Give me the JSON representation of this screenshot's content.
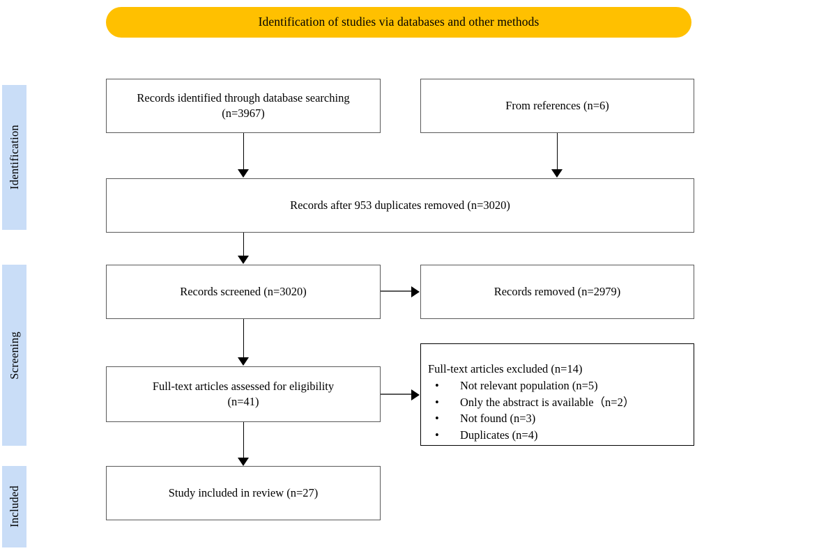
{
  "figure": {
    "type": "prisma-flow-diagram",
    "banner": {
      "title": "Identification of studies via databases and other methods",
      "color": "#FFC000"
    },
    "stage_bar_color": "#C9DDF7",
    "stages": [
      {
        "id": "identification",
        "label": "Identification"
      },
      {
        "id": "screening",
        "label": "Screening"
      },
      {
        "id": "included",
        "label": "Included"
      }
    ],
    "boxes": {
      "db_search": {
        "line1": "Records identified through database searching",
        "line2": "(n=3967)",
        "n": 3967
      },
      "references": {
        "line1": "From references (n=6)",
        "n": 6
      },
      "dedup": {
        "line1": "Records after 953 duplicates removed (n=3020)",
        "duplicates_removed": 953,
        "n": 3020
      },
      "screened": {
        "line1": "Records screened (n=3020)",
        "n": 3020
      },
      "removed": {
        "line1": "Records removed (n=2979)",
        "n": 2979
      },
      "fulltext": {
        "line1": "Full-text articles assessed for eligibility",
        "line2": "(n=41)",
        "n": 41
      },
      "excluded": {
        "title": "Full-text articles excluded (n=14)",
        "n": 14,
        "bullet_glyph": "•",
        "reasons": [
          {
            "text": "Not relevant population (n=5)",
            "n": 5
          },
          {
            "text": "Only the abstract is available（n=2）",
            "n": 2
          },
          {
            "text": "Not found (n=3)",
            "n": 3
          },
          {
            "text": "Duplicates (n=4)",
            "n": 4
          }
        ]
      },
      "included": {
        "line1": "Study included in review (n=27)",
        "n": 27
      }
    }
  },
  "chart_data": {
    "type": "diagram",
    "title": "Identification of studies via databases and other methods",
    "nodes": [
      {
        "id": "db_search",
        "label": "Records identified through database searching (n=3967)",
        "value": 3967,
        "stage": "Identification"
      },
      {
        "id": "references",
        "label": "From references (n=6)",
        "value": 6,
        "stage": "Identification"
      },
      {
        "id": "dedup",
        "label": "Records after 953 duplicates removed (n=3020)",
        "value": 3020,
        "stage": "Identification"
      },
      {
        "id": "screened",
        "label": "Records screened (n=3020)",
        "value": 3020,
        "stage": "Screening"
      },
      {
        "id": "removed",
        "label": "Records removed (n=2979)",
        "value": 2979,
        "stage": "Screening"
      },
      {
        "id": "fulltext",
        "label": "Full-text articles assessed for eligibility (n=41)",
        "value": 41,
        "stage": "Screening"
      },
      {
        "id": "excluded",
        "label": "Full-text articles excluded (n=14)",
        "value": 14,
        "stage": "Screening"
      },
      {
        "id": "included",
        "label": "Study included in review (n=27)",
        "value": 27,
        "stage": "Included"
      }
    ],
    "edges": [
      {
        "from": "db_search",
        "to": "dedup"
      },
      {
        "from": "references",
        "to": "dedup"
      },
      {
        "from": "dedup",
        "to": "screened"
      },
      {
        "from": "screened",
        "to": "removed"
      },
      {
        "from": "screened",
        "to": "fulltext"
      },
      {
        "from": "fulltext",
        "to": "excluded"
      },
      {
        "from": "fulltext",
        "to": "included"
      }
    ]
  }
}
